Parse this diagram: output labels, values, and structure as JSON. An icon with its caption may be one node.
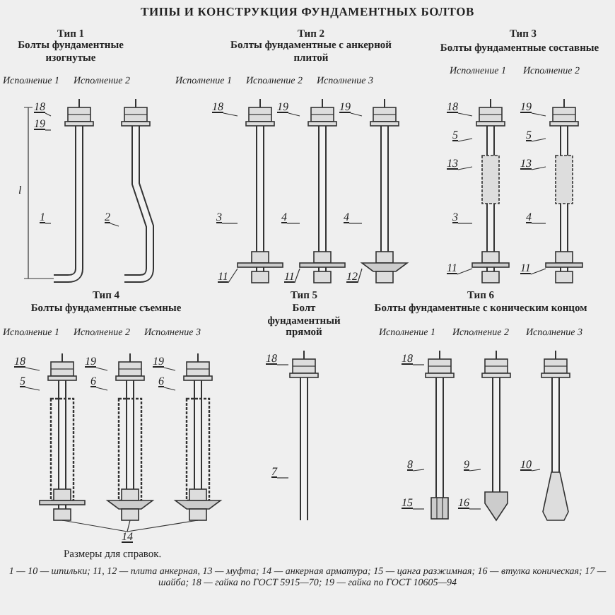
{
  "diagram": {
    "title": "ТИПЫ И КОНСТРУКЦИЯ ФУНДАМЕНТНЫХ БОЛТОВ",
    "nodes": [
      {
        "text": [],
        "shape": "picture"
      },
      {
        "text": [
          "18"
        ]
      },
      {
        "text": [
          "19"
        ]
      },
      {
        "text": [
          "1"
        ]
      },
      {
        "text": [],
        "shape": "picture"
      },
      {
        "text": [
          "2"
        ]
      },
      {
        "text": [],
        "shape": "picture"
      },
      {
        "text": [
          "18"
        ]
      },
      {
        "text": [
          "3"
        ]
      },
      {
        "text": [
          "11"
        ]
      },
      {
        "text": [],
        "shape": "picture"
      },
      {
        "text": [
          "19"
        ]
      },
      {
        "text": [
          "4"
        ]
      },
      {
        "text": [
          "11"
        ]
      },
      {
        "text": [],
        "shape": "picture"
      },
      {
        "text": [
          "19"
        ]
      },
      {
        "text": [
          "4"
        ]
      },
      {
        "text": [
          "12"
        ]
      },
      {
        "text": [],
        "shape": "picture"
      },
      {
        "text": [
          "18"
        ]
      },
      {
        "text": [
          "5"
        ]
      },
      {
        "text": [
          "13"
        ]
      },
      {
        "text": [
          "3"
        ]
      },
      {
        "text": [
          "11"
        ]
      },
      {
        "text": [],
        "shape": "picture"
      },
      {
        "text": [
          "19"
        ]
      },
      {
        "text": [
          "5"
        ]
      },
      {
        "text": [
          "13"
        ]
      },
      {
        "text": [
          "4"
        ]
      },
      {
        "text": [
          "11"
        ]
      },
      {
        "text": [],
        "shape": "picture"
      },
      {
        "text": [
          "18"
        ]
      },
      {
        "text": [
          "5"
        ]
      },
      {
        "text": [],
        "shape": "picture"
      },
      {
        "text": [
          "19"
        ]
      },
      {
        "text": [
          "6"
        ]
      },
      {
        "text": [],
        "shape": "picture"
      },
      {
        "text": [
          "19"
        ]
      },
      {
        "text": [
          "6"
        ]
      },
      {
        "text": [
          "14"
        ]
      },
      {
        "text": [],
        "shape": "picture"
      },
      {
        "text": [
          "18"
        ]
      },
      {
        "text": [
          "7"
        ]
      },
      {
        "text": [],
        "shape": "picture"
      },
      {
        "text": [
          "18"
        ]
      },
      {
        "text": [
          "8"
        ]
      },
      {
        "text": [
          "15"
        ]
      },
      {
        "text": [],
        "shape": "picture"
      },
      {
        "text": [
          "9"
        ]
      },
      {
        "text": [
          "16"
        ]
      },
      {
        "text": [],
        "shape": "picture"
      },
      {
        "text": [
          "10"
        ]
      }
    ],
    "edges": [
      {
        "from": 1,
        "to": 0,
        "arrow": "none"
      },
      {
        "from": 2,
        "to": 0,
        "arrow": "none"
      },
      {
        "from": 3,
        "to": 0,
        "arrow": "none"
      },
      {
        "from": 5,
        "to": 4,
        "arrow": "none"
      },
      {
        "from": 7,
        "to": 6,
        "arrow": "none"
      },
      {
        "from": 8,
        "to": 6,
        "arrow": "none"
      },
      {
        "from": 9,
        "to": 6,
        "arrow": "none"
      },
      {
        "from": 11,
        "to": 10,
        "arrow": "none"
      },
      {
        "from": 12,
        "to": 10,
        "arrow": "none"
      },
      {
        "from": 13,
        "to": 10,
        "arrow": "none"
      },
      {
        "from": 15,
        "to": 14,
        "arrow": "none"
      },
      {
        "from": 16,
        "to": 14,
        "arrow": "none"
      },
      {
        "from": 17,
        "to": 14,
        "arrow": "none"
      },
      {
        "from": 19,
        "to": 18,
        "arrow": "none"
      },
      {
        "from": 20,
        "to": 18,
        "arrow": "none"
      },
      {
        "from": 21,
        "to": 18,
        "arrow": "none"
      },
      {
        "from": 22,
        "to": 18,
        "arrow": "none"
      },
      {
        "from": 23,
        "to": 18,
        "arrow": "none"
      },
      {
        "from": 25,
        "to": 24,
        "arrow": "none"
      },
      {
        "from": 26,
        "to": 24,
        "arrow": "none"
      },
      {
        "from": 27,
        "to": 24,
        "arrow": "none"
      },
      {
        "from": 28,
        "to": 24,
        "arrow": "none"
      },
      {
        "from": 29,
        "to": 24,
        "arrow": "none"
      },
      {
        "from": 31,
        "to": 30,
        "arrow": "none"
      },
      {
        "from": 32,
        "to": 30,
        "arrow": "none"
      },
      {
        "from": 34,
        "to": 33,
        "arrow": "none"
      },
      {
        "from": 35,
        "to": 33,
        "arrow": "none"
      },
      {
        "from": 37,
        "to": 36,
        "arrow": "none"
      },
      {
        "from": 38,
        "to": 36,
        "arrow": "none"
      },
      {
        "from": 39,
        "to": 30,
        "arrow": "none"
      },
      {
        "from": 39,
        "to": 33,
        "arrow": "none"
      },
      {
        "from": 39,
        "to": 36,
        "arrow": "none"
      },
      {
        "from": 41,
        "to": 40,
        "arrow": "none"
      },
      {
        "from": 42,
        "to": 40,
        "arrow": "none"
      },
      {
        "from": 44,
        "to": 43,
        "arrow": "none"
      },
      {
        "from": 45,
        "to": 43,
        "arrow": "none"
      },
      {
        "from": 46,
        "to": 43,
        "arrow": "none"
      },
      {
        "from": 48,
        "to": 47,
        "arrow": "none"
      },
      {
        "from": 49,
        "to": 47,
        "arrow": "none"
      },
      {
        "from": 51,
        "to": 50,
        "arrow": "none"
      }
    ],
    "labels": [
      "Тип 1",
      "Болты фундаментные изогнутые",
      "Исполнение 1",
      "Исполнение 2",
      "Тип 2",
      "Болты фундаментные с анкерной плитой",
      "Исполнение 1",
      "Исполнение 2",
      "Исполнение 3",
      "Тип 3",
      "Болты фундаментные составные",
      "Исполнение 1",
      "Исполнение 2",
      "l",
      "Тип 4",
      "Болты фундаментные съемные",
      "Исполнение 1",
      "Исполнение 2",
      "Исполнение 3",
      "Тип 5",
      "Болт фундаментный прямой",
      "Тип 6",
      "Болты фундаментные с коническим концом",
      "Исполнение 1",
      "Исполнение 2",
      "Исполнение 3",
      "Размеры для справок.",
      "1 — 10 — шпильки; 11, 12 — плита анкерная, 13 — муфта; 14 — анкерная арматура; 15 — цанга разжимная; 16 — втулка коническая; 17 — шайба; 18 — гайка по ГОСТ 5915—70; 19 — гайка по ГОСТ 10605—94"
    ]
  }
}
